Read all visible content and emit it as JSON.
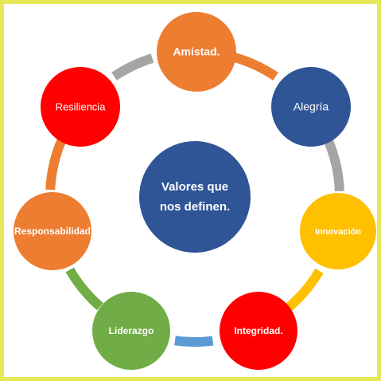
{
  "center": {
    "lines": [
      "Valores que",
      "nos definen."
    ],
    "color": "#2f5597"
  },
  "nodes": [
    {
      "label": "Amistad.",
      "color": "#ed7d31"
    },
    {
      "label": "Alegría",
      "color": "#2f5597"
    },
    {
      "label": "Innovación",
      "color": "#ffc000"
    },
    {
      "label": "Integridad.",
      "color": "#ff0000"
    },
    {
      "label": "Liderazgo",
      "color": "#70ad47"
    },
    {
      "label": "Responsabilidad",
      "color": "#ed7d31"
    },
    {
      "label": "Resiliencia",
      "color": "#ff0000"
    }
  ],
  "connectors": [
    {
      "color": "#ed7d31"
    },
    {
      "color": "#a5a5a5"
    },
    {
      "color": "#ffc000"
    },
    {
      "color": "#5b9bd5"
    },
    {
      "color": "#70ad47"
    },
    {
      "color": "#ed7d31"
    },
    {
      "color": "#a5a5a5"
    }
  ],
  "frame_color": "#e6e85a"
}
